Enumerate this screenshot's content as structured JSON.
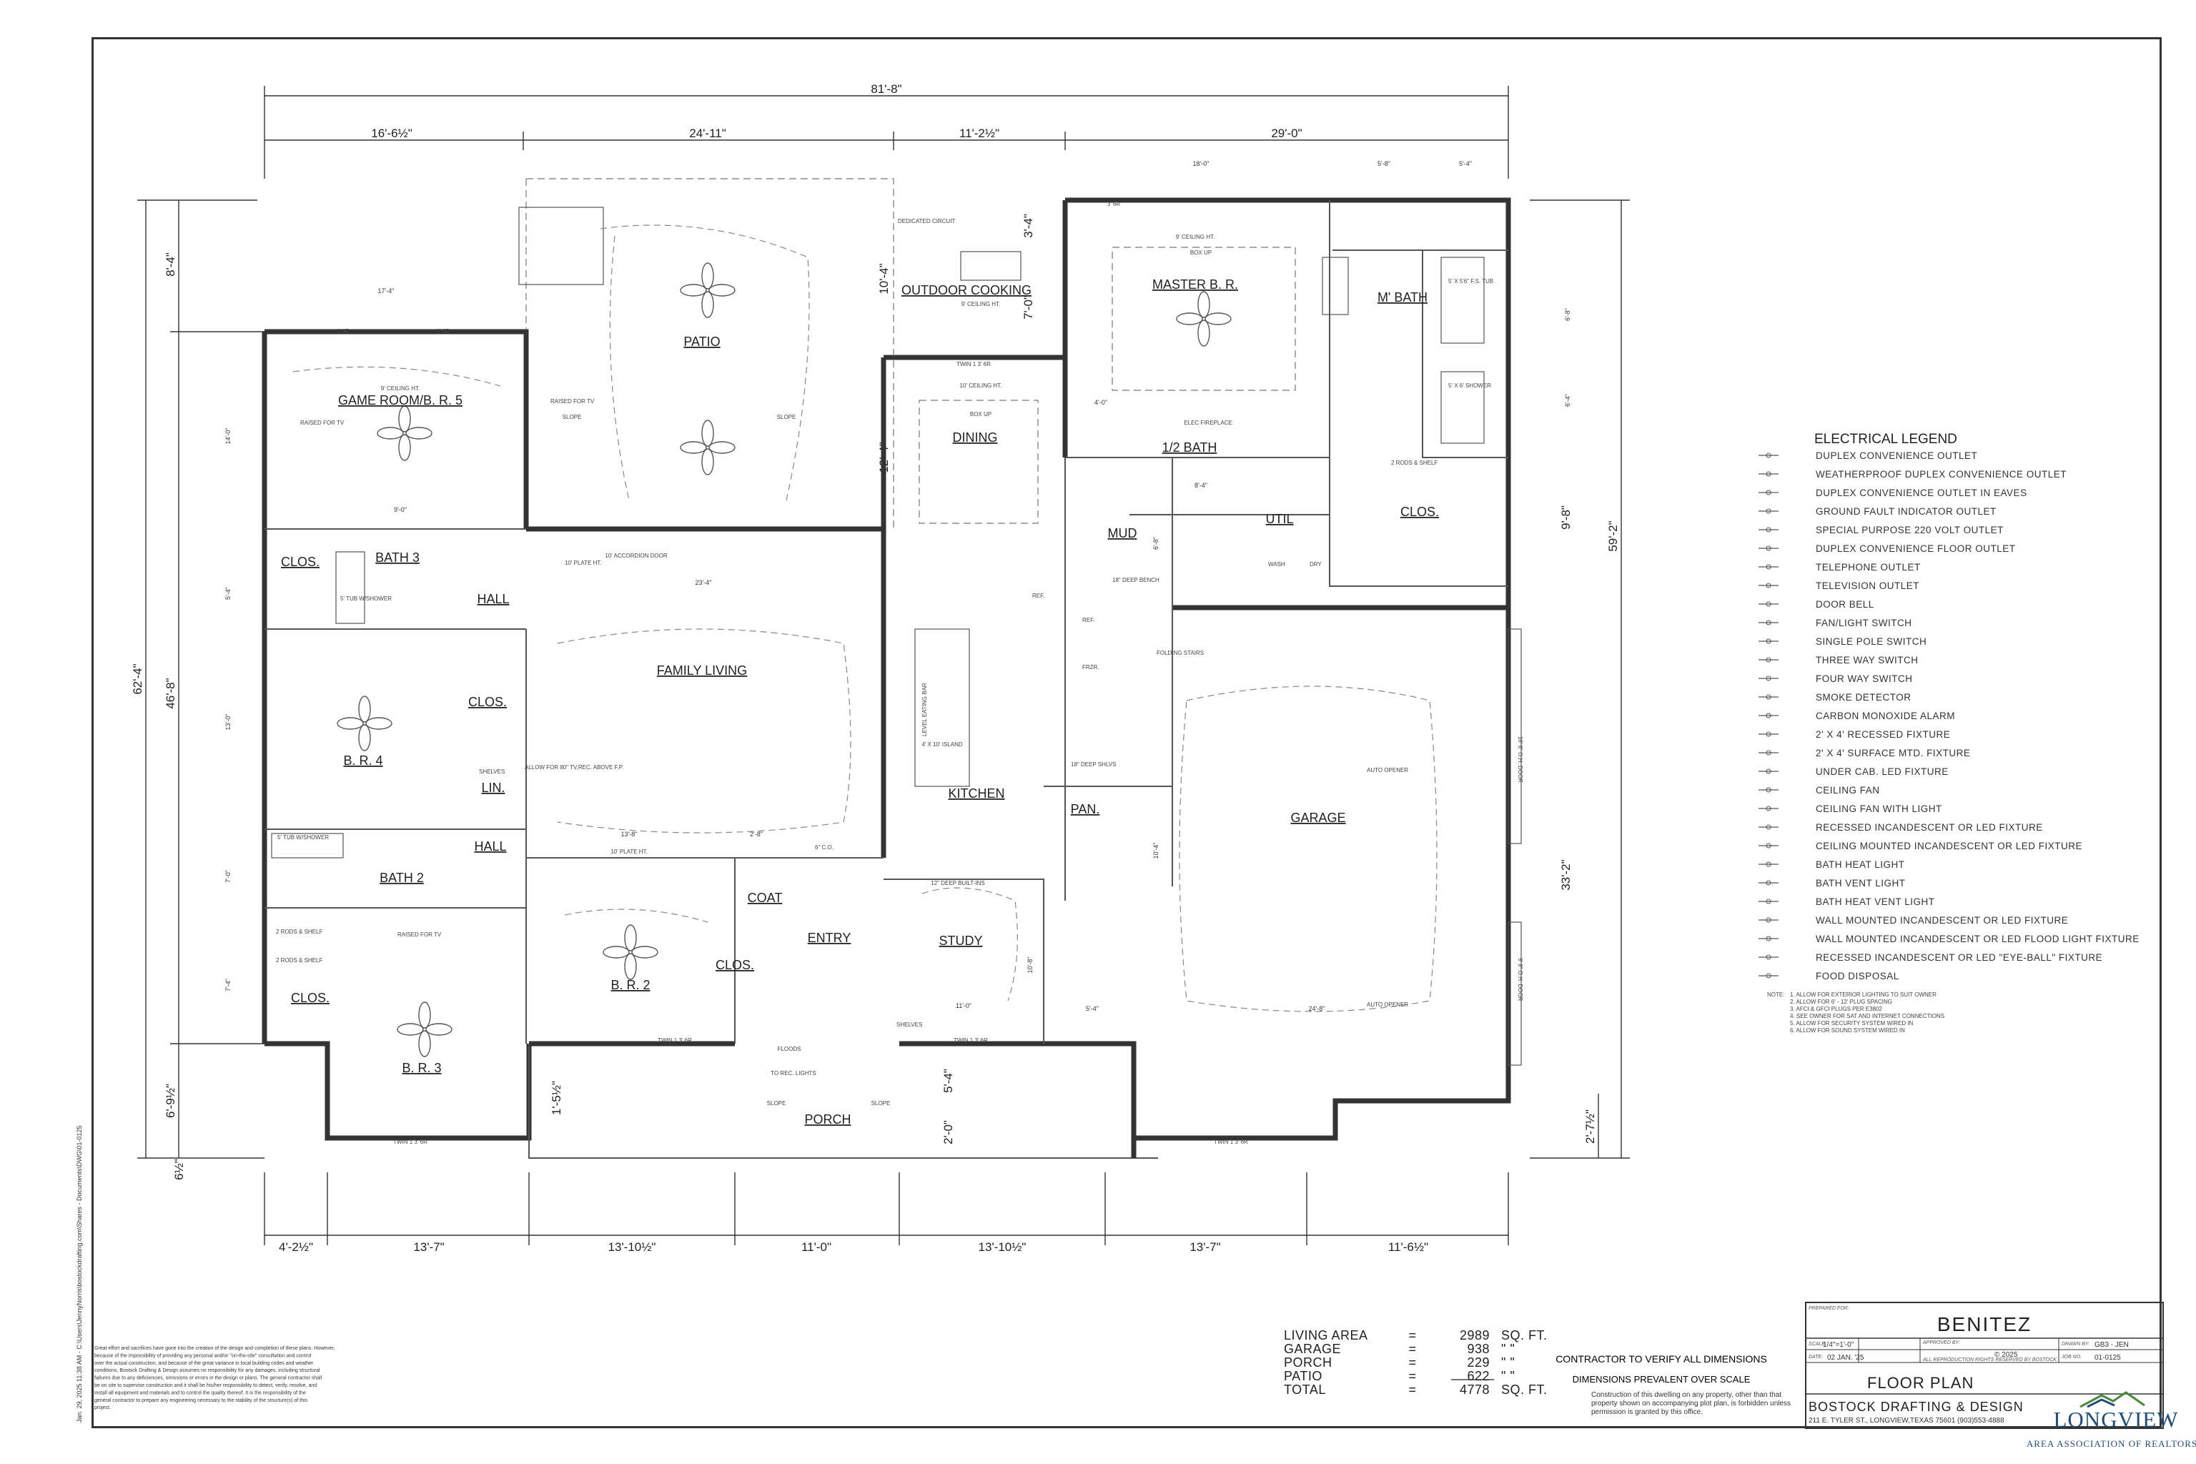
{
  "dims": {
    "overall_top": "81'-8\"",
    "top_segments": [
      "16'-6½\"",
      "24'-11\"",
      "11'-2½\"",
      "29'-0\""
    ],
    "bottom_segments": [
      "4'-2½\"",
      "13'-7\"",
      "13'-10½\"",
      "11'-0\"",
      "13'-10½\"",
      "13'-7\"",
      "11'-6½\""
    ],
    "left_overall": "62'-4\"",
    "left_inner": "46'-8\"",
    "left_top": "8'-4\"",
    "left_bottom": "6'-9½\"",
    "left_small": "6½\"",
    "right_overall": "59'-2\"",
    "right_bottom": "2'-7½\"",
    "misc": [
      "17'-4\"",
      "18'-0\"",
      "5'-8\"",
      "5'-4\"",
      "10'-4\"",
      "12'-4\"",
      "7'-0\"",
      "3'-4\"",
      "23'-4\"",
      "13'-8\"",
      "2'-8\"",
      "1'-5½\"",
      "5'-4\"",
      "2'-0\"",
      "33'-2\"",
      "9'-8\"",
      "14'-0\"",
      "13'-0\"",
      "7'-0\"",
      "7'-4\"",
      "5'-4\"",
      "6'-8\"",
      "4'-0\"",
      "8'-4\"",
      "9'-0\"",
      "11'-0\"",
      "10'-8\"",
      "5'-4\"",
      "24'-8\"",
      "10'-4\"",
      "6'-8\"",
      "6'-4\""
    ]
  },
  "rooms": {
    "game_room": "GAME ROOM/B. R. 5",
    "patio": "PATIO",
    "outdoor_cooking": "OUTDOOR COOKING",
    "dining": "DINING",
    "master": "MASTER B. R.",
    "m_bath": "M' BATH",
    "half_bath": "1/2 BATH",
    "util": "UTIL",
    "mud": "MUD",
    "clos_master": "CLOS.",
    "bath3": "BATH 3",
    "clos1": "CLOS.",
    "hall1": "HALL",
    "family": "FAMILY LIVING",
    "kitchen": "KITCHEN",
    "br4": "B. R. 4",
    "clos2": "CLOS.",
    "lin": "LIN.",
    "hall2": "HALL",
    "bath2": "BATH 2",
    "br2": "B. R. 2",
    "coat": "COAT",
    "clos3": "CLOS.",
    "entry": "ENTRY",
    "study": "STUDY",
    "pan": "PAN.",
    "garage": "GARAGE",
    "br3": "B. R. 3",
    "clos4": "CLOS.",
    "porch": "PORCH"
  },
  "notes": {
    "ceiling9": "9' CEILING HT.",
    "ceiling10": "10' CEILING HT.",
    "slope": "SLOPE",
    "accordion": "10' ACCORDION DOOR",
    "plate10": "10' PLATE HT.",
    "twin": "TWIN 1 3' 6R",
    "window": "3' 6R",
    "raised_tv": "RAISED FOR TV",
    "box_up": "BOX UP",
    "elec_fp": "ELEC FIREPLACE",
    "deep_bench": "18\" DEEP BENCH",
    "dedicated": "DEDICATED CIRCUIT",
    "folding_stairs": "FOLDING STAIRS",
    "auto_opener": "AUTO OPENER",
    "od_door": "16' 8\" O.H. DOOR",
    "od_door2": "9' 8\" O.H. DOOR",
    "island": "4' X 10' ISLAND",
    "eating_bar": "LEVEL EATING BAR",
    "deep_shlvs": "18\" DEEP SHLVS",
    "builtins": "12\" DEEP BUILT-INS",
    "to_rec_lights": "TO REC. LIGHTS",
    "floods": "FLOODS",
    "tub_shower": "5' TUB W/SHOWER",
    "rod_shelf": "2 RODS & SHELF",
    "shelves": "SHELVES",
    "allow_tv": "ALLOW FOR 80\" TV,REC. ABOVE F.P.",
    "tub": "5' X 5'6\" F.S. TUB",
    "shower": "5' X 6' SHOWER",
    "wash": "WASH",
    "dry": "DRY",
    "ref": "REF.",
    "frzr": "FRZR.",
    "co": "6\" C.O."
  },
  "legend": {
    "title": "ELECTRICAL LEGEND",
    "items": [
      "DUPLEX CONVENIENCE OUTLET",
      "WEATHERPROOF DUPLEX CONVENIENCE OUTLET",
      "DUPLEX CONVENIENCE OUTLET IN EAVES",
      "GROUND FAULT INDICATOR OUTLET",
      "SPECIAL PURPOSE 220 VOLT OUTLET",
      "DUPLEX CONVENIENCE FLOOR OUTLET",
      "TELEPHONE OUTLET",
      "TELEVISION OUTLET",
      "DOOR BELL",
      "FAN/LIGHT SWITCH",
      "SINGLE POLE SWITCH",
      "THREE WAY SWITCH",
      "FOUR WAY SWITCH",
      "SMOKE DETECTOR",
      "CARBON MONOXIDE ALARM",
      "2' X 4' RECESSED FIXTURE",
      "2' X 4' SURFACE MTD. FIXTURE",
      "UNDER CAB. LED FIXTURE",
      "CEILING FAN",
      "CEILING FAN WITH LIGHT",
      "RECESSED INCANDESCENT OR LED FIXTURE",
      "CEILING MOUNTED INCANDESCENT OR LED FIXTURE",
      "BATH HEAT LIGHT",
      "BATH VENT LIGHT",
      "BATH HEAT VENT LIGHT",
      "WALL MOUNTED INCANDESCENT OR LED FIXTURE",
      "WALL MOUNTED INCANDESCENT OR LED FLOOD LIGHT FIXTURE",
      "RECESSED INCANDESCENT OR LED \"EYE-BALL\" FIXTURE",
      "FOOD DISPOSAL"
    ],
    "note_label": "NOTE:",
    "notes": [
      "1. ALLOW FOR EXTERIOR LIGHTING TO SUIT OWNER",
      "2. ALLOW FOR 6' - 12' PLUG SPACING",
      "3. AFCI & GFCI PLUGS PER E3802",
      "4. SEE OWNER FOR SAT AND INTERNET CONNECTIONS",
      "5. ALLOW FOR SECURITY SYSTEM WIRED IN",
      "6. ALLOW FOR SOUND SYSTEM WIRED IN"
    ]
  },
  "areas": [
    {
      "label": "LIVING AREA",
      "eq": "=",
      "value": "2989",
      "unit": "SQ. FT."
    },
    {
      "label": "GARAGE",
      "eq": "=",
      "value": "938",
      "unit": "\"   \""
    },
    {
      "label": "PORCH",
      "eq": "=",
      "value": "229",
      "unit": "\"   \""
    },
    {
      "label": "PATIO",
      "eq": "=",
      "value": "622",
      "unit": "\"   \""
    },
    {
      "label": "TOTAL",
      "eq": "=",
      "value": "4778",
      "unit": "SQ. FT."
    }
  ],
  "contractor": {
    "line1": "CONTRACTOR TO VERIFY ALL DIMENSIONS",
    "line2": "DIMENSIONS PREVALENT OVER SCALE",
    "small1": "Construction of this dwelling on any property, other than that",
    "small2": "property shown on accompanying plot plan, is forbidden unless",
    "small3": "permission is granted by this office."
  },
  "disclaimer": [
    "Great effort and sacrifices have gone into the creation of the design and completion of these plans. However,",
    "because of the impossibility of providing any personal and/or \"on-the-site\" consultation and control",
    "over the actual construction, and because of the great variance in local building codes and weather",
    "conditions, Bostock Drafting & Design assumes no responsibility for any damages, including structural",
    "failures due to any deficiencies, omissions or errors in the design or plans. The general contractor shall",
    "be on site to supervise construction and it shall be his/her responsibility to detect, verify, resolve, and",
    "install all equipment and materials and to control the quality thereof. It is the responsibility of the",
    "general contractor to prepare any engineering necessary to the stability of the structure(s) of this",
    "project."
  ],
  "side_stamp": "Jan. 29, 2025 11:38 AM - C:\\Users\\JennyNorris\\bostockdrafting.com\\Shares - Documents\\DWG\\01-0125",
  "title_block": {
    "prepared_for_lbl": "PREPARED FOR:",
    "client": "BENITEZ",
    "scale_lbl": "SCALE:",
    "scale": "1/4\"=1'-0\"",
    "approved_lbl": "APPROVED BY:",
    "copyright": "© 2025",
    "drawn_lbl": "DRAWN BY:",
    "drawn": "GB3 - JEN",
    "date_lbl": "DATE:",
    "date": "02 JAN. '25",
    "rights": "ALL REPRODUCTION RIGHTS RESERVED BY BOSTOCK",
    "job_lbl": "JOB NO.",
    "job": "01-0125",
    "sheet_title": "FLOOR PLAN",
    "firm": "BOSTOCK DRAFTING & DESIGN",
    "address": "211 E. TYLER ST., LONGVIEW,TEXAS 75601  (903)553-4888"
  },
  "logo": {
    "name": "LONGVIEW",
    "tagline": "AREA ASSOCIATION OF REALTORS®",
    "color": "#1f4d7a",
    "accent": "#4a8a3a"
  }
}
